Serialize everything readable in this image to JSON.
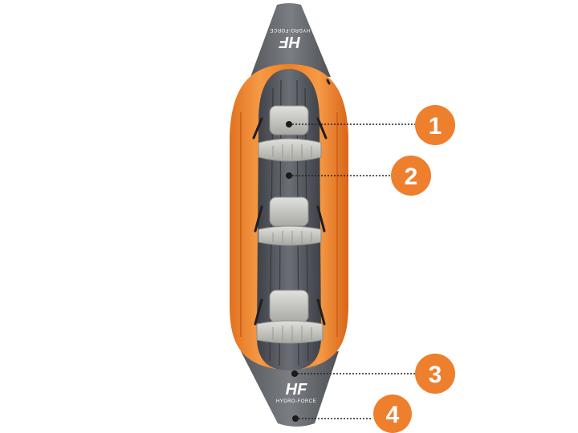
{
  "brand": {
    "logo_mark": "HF",
    "logo_text": "HYDRO-FORCE"
  },
  "colors": {
    "hull_orange": "#f2862f",
    "hull_orange_dark": "#d9661a",
    "end_cap_grey": "#6a6d72",
    "floor_grey": "#55585f",
    "seat_grey": "#c9c9c4",
    "badge_orange": "#ee7f2d",
    "leader_line": "#222222"
  },
  "callouts": [
    {
      "label": "1",
      "target": "front-seat"
    },
    {
      "label": "2",
      "target": "inflatable-floor"
    },
    {
      "label": "3",
      "target": "stern-valve"
    },
    {
      "label": "4",
      "target": "stern-tip"
    }
  ],
  "icons": {
    "seat": "seat-icon",
    "handle": "handle-icon"
  }
}
